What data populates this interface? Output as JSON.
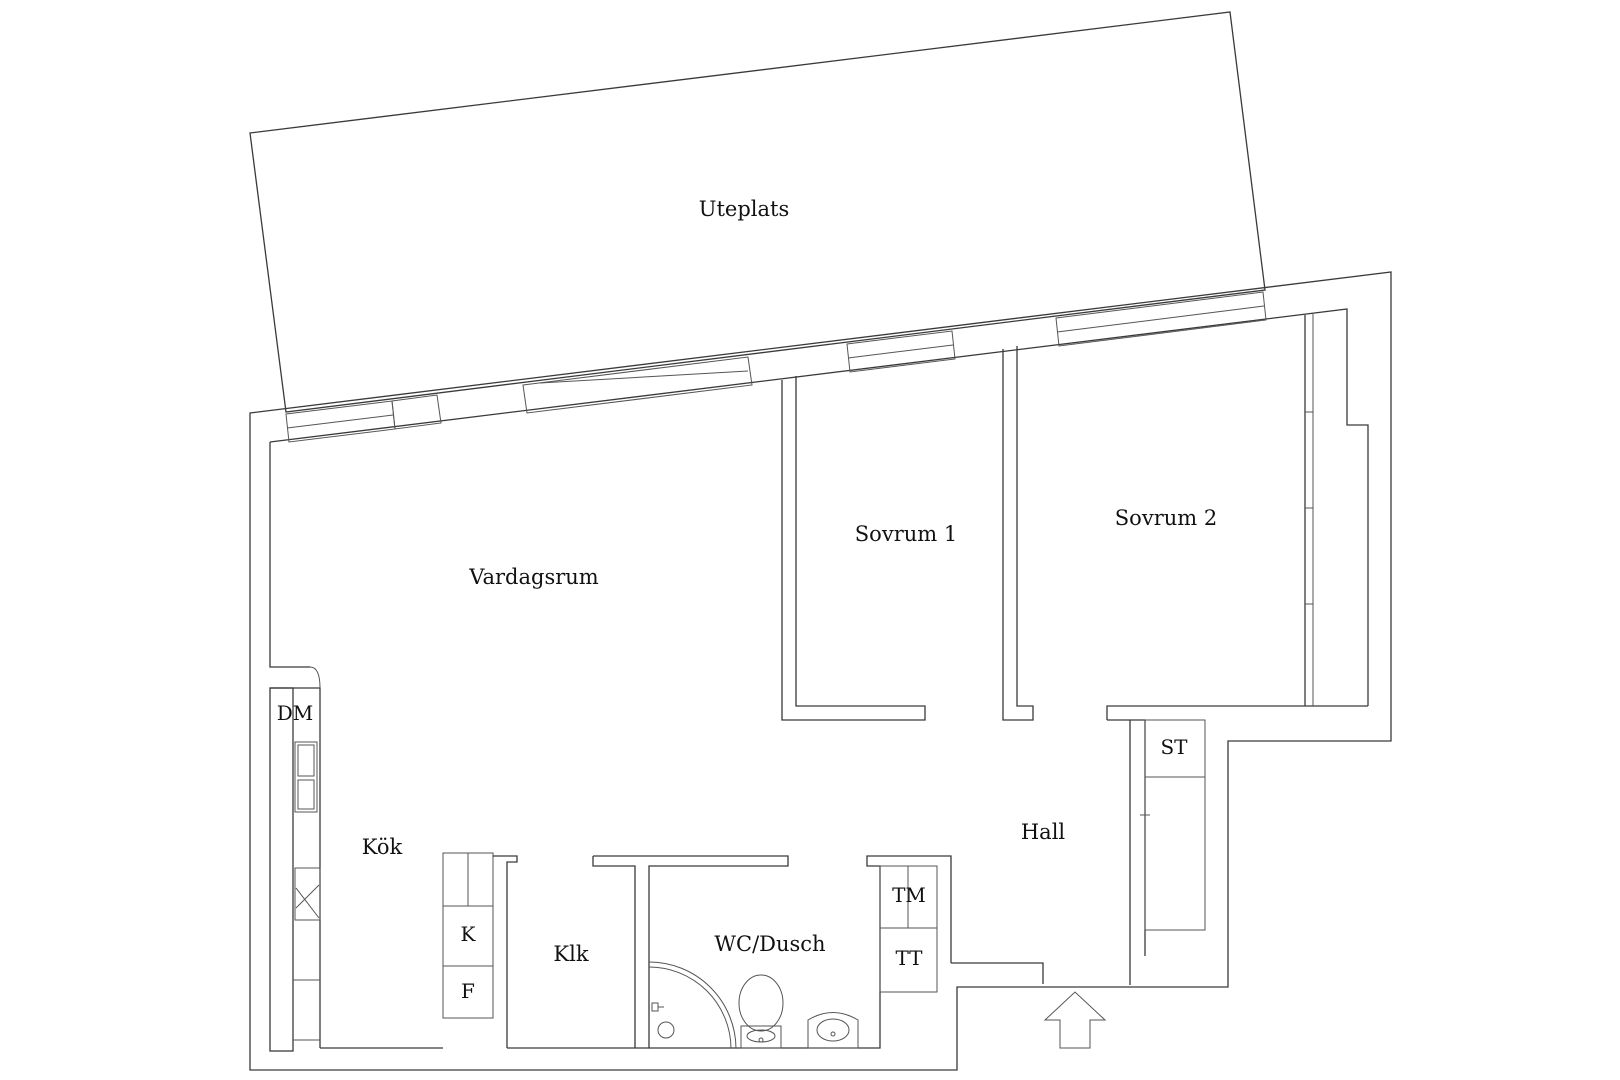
{
  "rooms": {
    "uteplats": "Uteplats",
    "vardagsrum": "Vardagsrum",
    "sovrum1": "Sovrum 1",
    "sovrum2": "Sovrum 2",
    "kok": "Kök",
    "klk": "Klk",
    "wc_dusch": "WC/Dusch",
    "hall": "Hall"
  },
  "fixtures": {
    "dm": "DM",
    "st": "ST",
    "tm": "TM",
    "tt": "TT",
    "k": "K",
    "f": "F"
  },
  "colors": {
    "line": "#3a3a3a",
    "text": "#111111",
    "background": "#ffffff"
  }
}
